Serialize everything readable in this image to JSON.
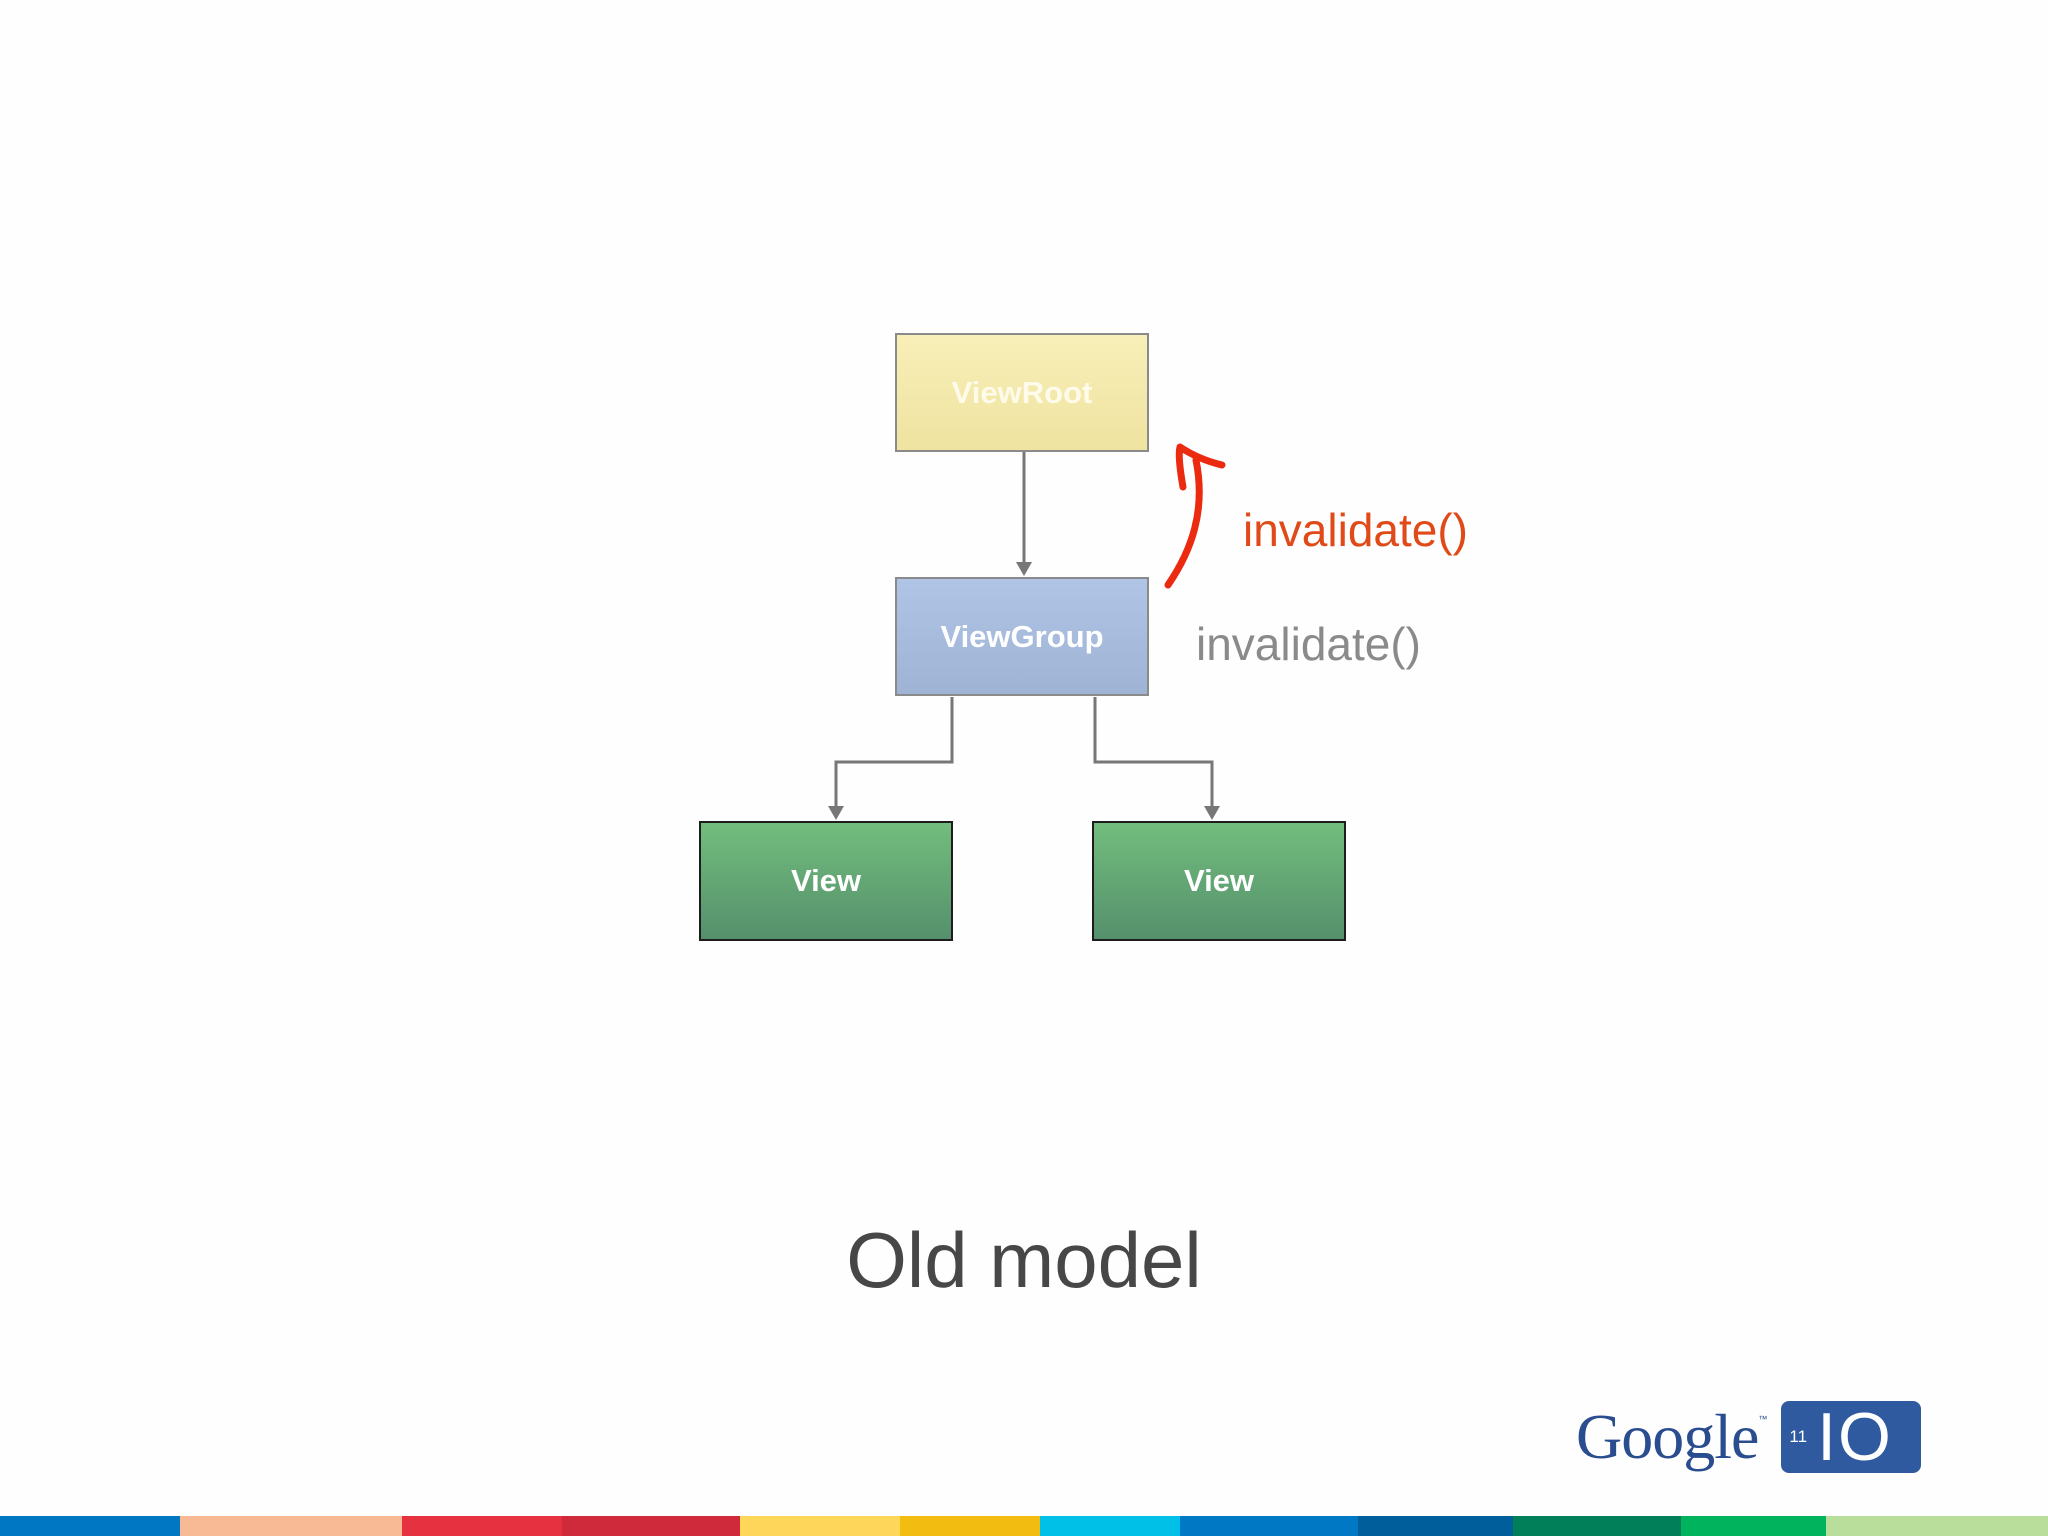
{
  "diagram": {
    "nodes": {
      "viewroot": "ViewRoot",
      "viewgroup": "ViewGroup",
      "view_left": "View",
      "view_right": "View"
    },
    "annotations": {
      "red_call": "invalidate()",
      "gray_call": "invalidate()"
    },
    "colors": {
      "red_annotation": "#e04a18",
      "gray_annotation": "#8a8a8a",
      "viewroot_fill": "#f3e8ab",
      "viewgroup_fill": "#a7bcdd",
      "view_fill": "#64a674",
      "connector": "#777777"
    }
  },
  "slide": {
    "title": "Old model"
  },
  "logo": {
    "wordmark": "Google",
    "tm": "™",
    "year": "11",
    "event": "IO"
  },
  "stripe_colors": [
    "#0077c2",
    "#f8b995",
    "#e63240",
    "#cf2a3b",
    "#fed65a",
    "#f2bd10",
    "#00c0e8",
    "#0078c4",
    "#005f9a",
    "#007f58",
    "#00b35c",
    "#b9dd9b"
  ]
}
